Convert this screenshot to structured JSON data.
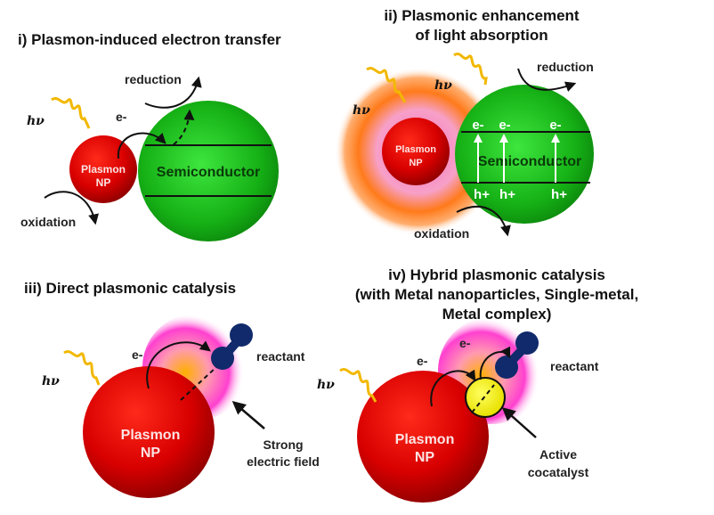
{
  "panels": {
    "p1": {
      "title": "i) Plasmon-induced electron transfer",
      "hv": "hν",
      "electron": "e-",
      "reduction": "reduction",
      "oxidation": "oxidation",
      "np_line1": "Plasmon",
      "np_line2": "NP",
      "semiconductor": "Semiconductor"
    },
    "p2": {
      "title_line1": "ii) Plasmonic enhancement",
      "title_line2": "of light absorption",
      "hv": "hν",
      "reduction": "reduction",
      "oxidation": "oxidation",
      "np_line1": "Plasmon",
      "np_line2": "NP",
      "semiconductor": "Semiconductor",
      "electron": "e-",
      "hole": "h+"
    },
    "p3": {
      "title": "iii) Direct plasmonic catalysis",
      "hv": "hν",
      "electron": "e-",
      "reactant": "reactant",
      "np_line1": "Plasmon",
      "np_line2": "NP",
      "field_line1": "Strong",
      "field_line2": "electric field"
    },
    "p4": {
      "title_line1": "iv) Hybrid plasmonic catalysis",
      "title_line2": "(with Metal nanoparticles, Single-metal,",
      "title_line3": "Metal complex)",
      "hv": "hν",
      "electron": "e-",
      "reactant": "reactant",
      "np_line1": "Plasmon",
      "np_line2": "NP",
      "cocat_line1": "Active",
      "cocat_line2": "cocatalyst"
    }
  },
  "colors": {
    "plasmon_np": "#d10000",
    "semiconductor": "#1cb81c",
    "reactant": "#102a6b",
    "cocatalyst": "#f5f000",
    "light_wave": "#f2b800",
    "field_glow": "#ff44cc",
    "absorption_halo": "#ff6a00"
  }
}
